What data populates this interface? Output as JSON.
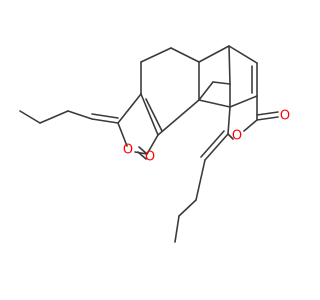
{
  "diagram": {
    "type": "chemical-structure",
    "bond_color": "#3a3a3a",
    "heteroatom_color": "#ff0000",
    "atom_labels": [
      {
        "id": "O1",
        "text": "O"
      },
      {
        "id": "O2",
        "text": "O"
      },
      {
        "id": "O3",
        "text": "O"
      },
      {
        "id": "O4",
        "text": "O"
      }
    ]
  }
}
